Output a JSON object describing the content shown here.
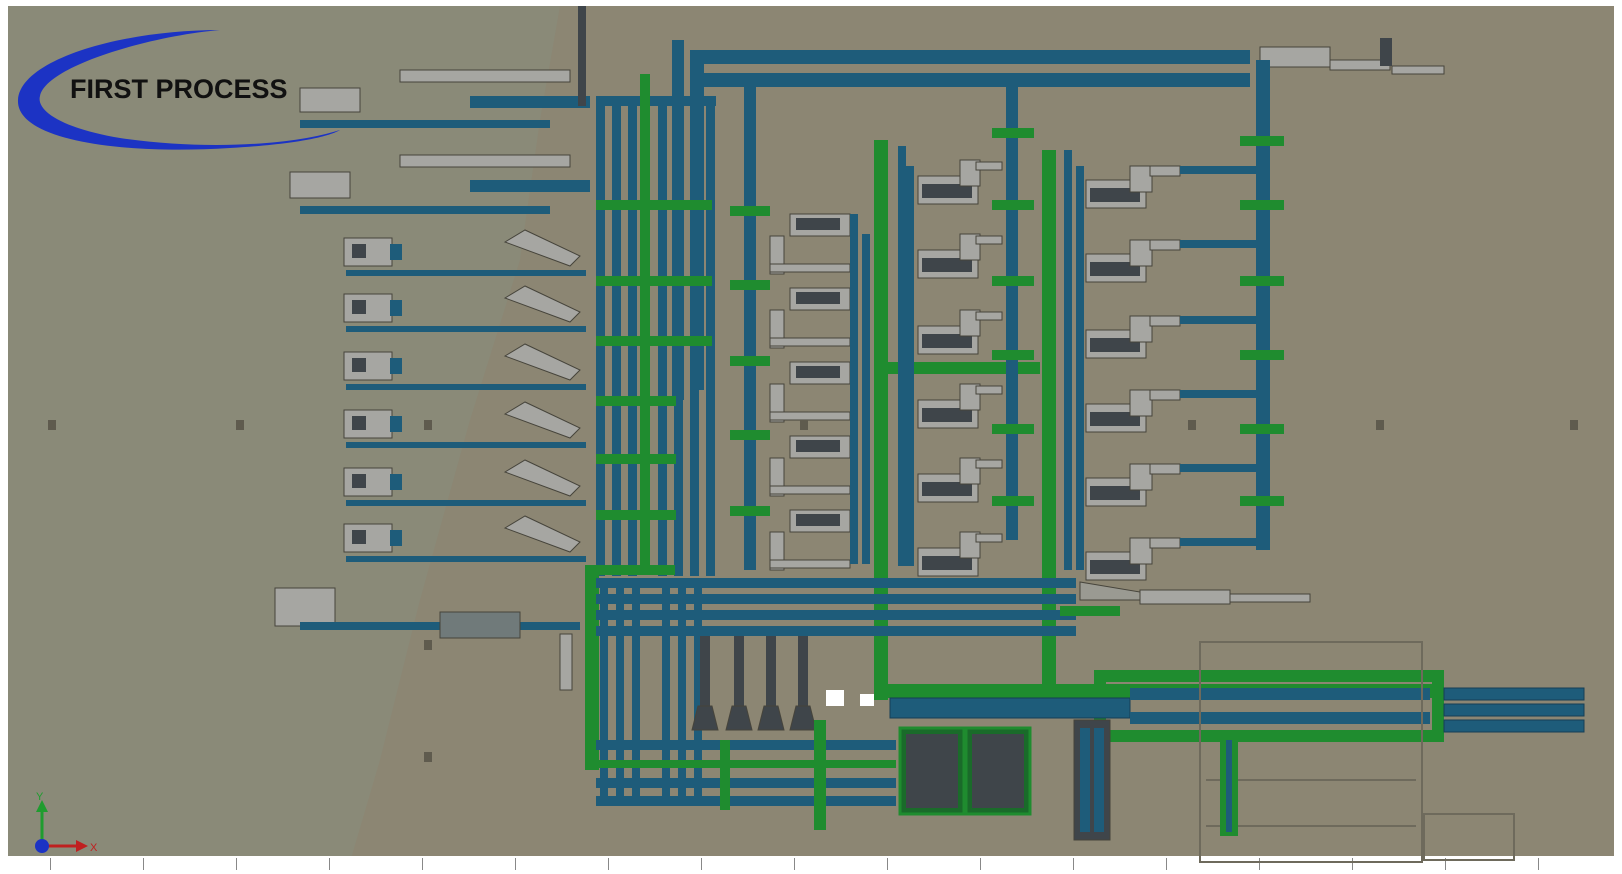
{
  "logo": {
    "text": "FIRST PROCESS",
    "ring_color": "#1c33c4"
  },
  "axis_triad": {
    "y_label": "Y",
    "x_label": "X"
  },
  "colors": {
    "canvas_background": "#ffffff",
    "floor": "#8c8673",
    "floor_light_region": "#898a77",
    "conveyor_blue": "#1e5c7a",
    "conveyor_blue_dark": "#163e55",
    "conveyor_green": "#1f8c2f",
    "machine_grey": "#a6a6a2",
    "machine_dark": "#3f454a",
    "outline": "#46443b"
  }
}
